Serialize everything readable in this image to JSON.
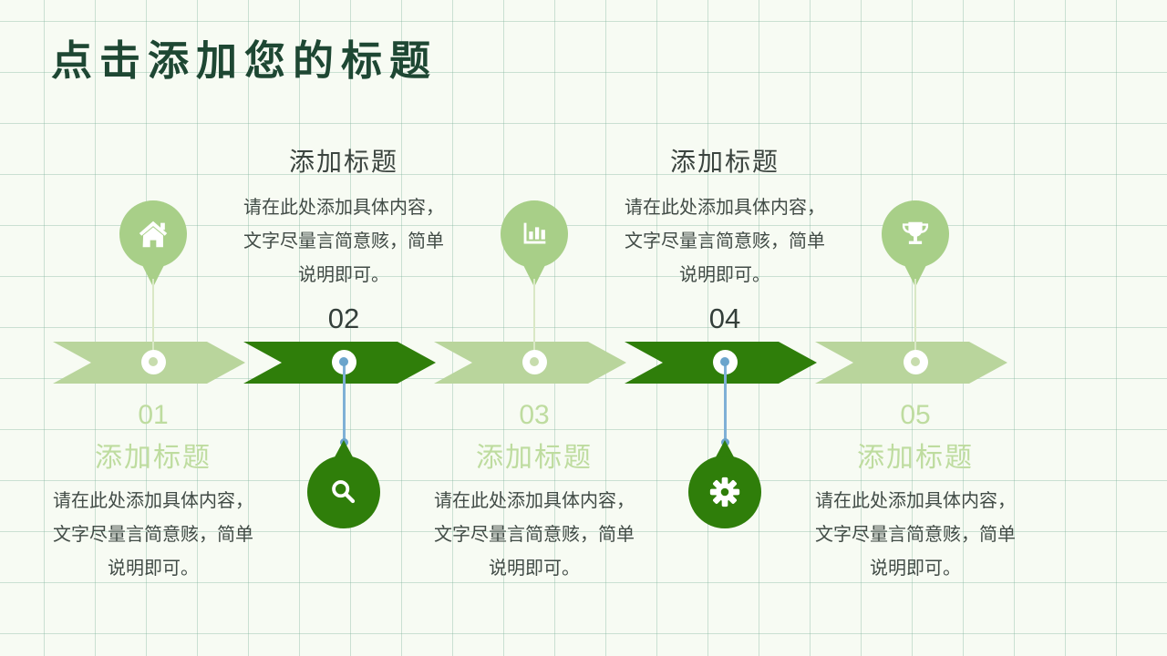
{
  "slide": {
    "title": "点击添加您的标题"
  },
  "colors": {
    "title_green": "#1e4733",
    "dark_green": "#2f7e0a",
    "light_green_arrow": "#b9d59c",
    "balloon_green": "#a8cf88",
    "light_green_text": "#bedc9f",
    "body_text": "#414b46",
    "connector_blue": "#7fb0d6",
    "grid_line": "#c7dcd0",
    "background": "#f7fbf3"
  },
  "timeline": {
    "steps": [
      {
        "number": "01",
        "title": "添加标题",
        "body": [
          "请在此处添加具体内容，",
          "文字尽量言简意赅，简单",
          "说明即可。"
        ],
        "icon": "home-icon",
        "marker": "balloon-above",
        "text_position": "below",
        "tone": "light"
      },
      {
        "number": "02",
        "title": "添加标题",
        "body": [
          "请在此处添加具体内容，",
          "文字尽量言简意赅，简单",
          "说明即可。"
        ],
        "icon": "search-icon",
        "marker": "drop-below",
        "text_position": "above",
        "tone": "dark"
      },
      {
        "number": "03",
        "title": "添加标题",
        "body": [
          "请在此处添加具体内容，",
          "文字尽量言简意赅，简单",
          "说明即可。"
        ],
        "icon": "bar-chart-icon",
        "marker": "balloon-above",
        "text_position": "below",
        "tone": "light"
      },
      {
        "number": "04",
        "title": "添加标题",
        "body": [
          "请在此处添加具体内容，",
          "文字尽量言简意赅，简单",
          "说明即可。"
        ],
        "icon": "gear-icon",
        "marker": "drop-below",
        "text_position": "above",
        "tone": "dark"
      },
      {
        "number": "05",
        "title": "添加标题",
        "body": [
          "请在此处添加具体内容，",
          "文字尽量言简意赅，简单",
          "说明即可。"
        ],
        "icon": "trophy-icon",
        "marker": "balloon-above",
        "text_position": "below",
        "tone": "light"
      }
    ]
  }
}
